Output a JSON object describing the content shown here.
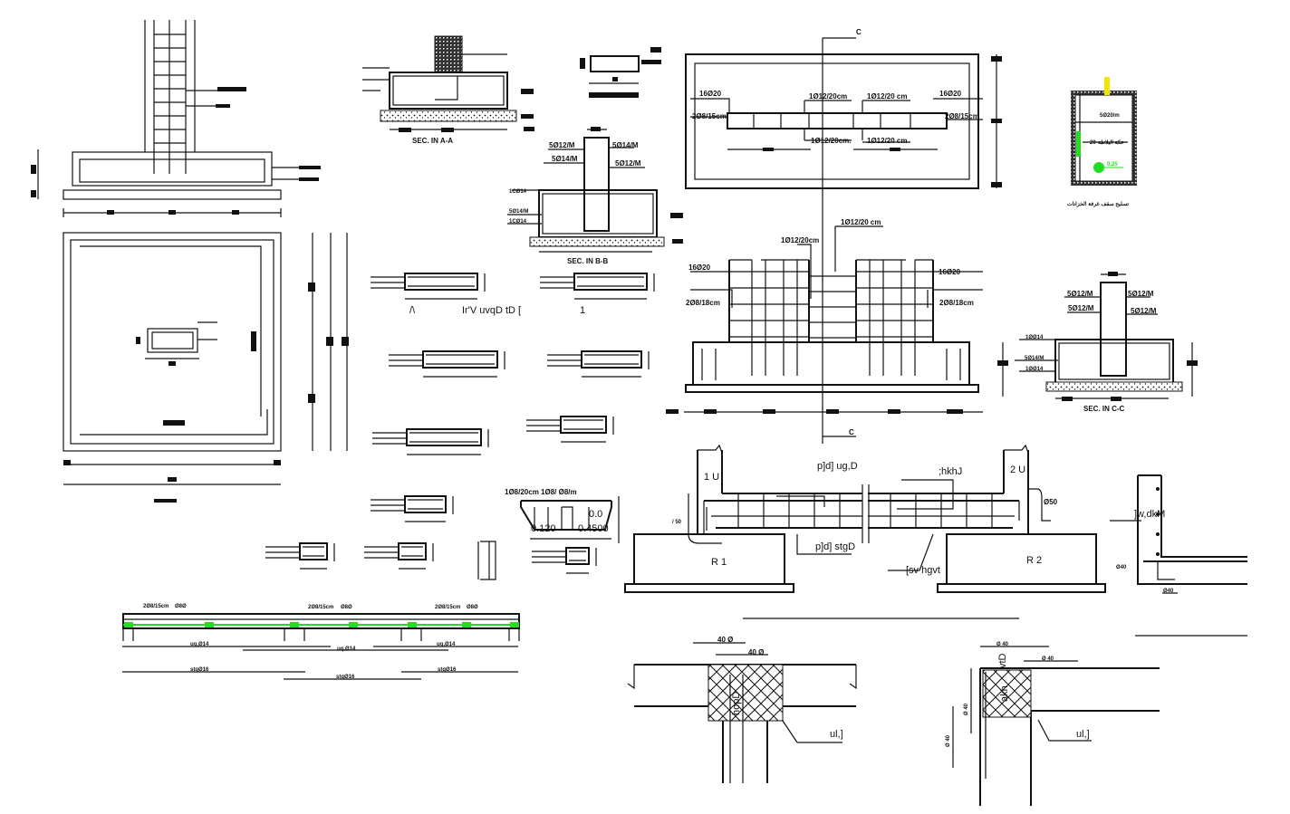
{
  "drawing": {
    "accent_green": "#22dd22",
    "accent_yellow": "#f2e600",
    "line_color": "#111111"
  },
  "sections": {
    "sec_aa": "SEC. IN A-A",
    "sec_bb": "SEC. IN B-B",
    "sec_cc": "SEC. IN C-C",
    "section_marker": "C"
  },
  "sec_bb_labels": [
    "5Ø12/M",
    "5Ø14/M",
    "5Ø14/M",
    "5Ø12/M",
    "1CØ14",
    "5Ø14/M",
    "1CØ14"
  ],
  "sec_cc_labels": [
    "5Ø12/M",
    "5Ø12/M",
    "5Ø12/M",
    "5Ø12/M",
    "1ØØ14",
    "5Ø14/M",
    "1ØØ14"
  ],
  "plan_labels": {
    "top_left": "16Ø20",
    "left_stirrup": "2Ø8/15cm",
    "top_mid_left": "1Ø12/20cm",
    "top_mid_right": "1Ø12/20 cm",
    "top_right": "16Ø20",
    "right_stirrup": "2Ø8/15cm",
    "bot_mid_left": "1Ø12/20cm.",
    "bot_mid_right": "1Ø12/20 cm"
  },
  "elevation_labels": {
    "top_right": "1Ø12/20 cm",
    "top_mid": "1Ø12/20cm",
    "left_bar": "16Ø20",
    "right_bar": "16Ø20",
    "left_stirrup": "2Ø8/18cm",
    "right_stirrup": "2Ø8/18cm"
  },
  "tank": {
    "label_top": "5Ø20/m",
    "label_mid": "20",
    "label_mid_ar": "عكة البلاطة",
    "label_green": "0.25",
    "caption": "تسليح سقف غرفة الخزانات"
  },
  "beam_sections_caption": [
    "/\\",
    "Ir'V uvqD tD [",
    "1"
  ],
  "slab_section": {
    "top_label": "1Ø8/20cm 1Ø8/ Ø8/m",
    "dim_left": "0.120",
    "dim_right": "0.4500",
    "dim_h": "0.0"
  },
  "beam_elevation": {
    "support_1": "R 1",
    "support_2": "R 2",
    "col_1": "1 U",
    "col_2": "2 U",
    "top_bar": "p]d] ug,D",
    "extra_bar": ";hkhJ",
    "bottom_bar": "p]d] stgD",
    "stirrups": "[sv hgvt",
    "anchor_left": "/ 50",
    "anchor_right": "Ø50",
    "wall_label": "]w,dkM",
    "wall_anchor": "Ø40",
    "wall_dim": "Ø40"
  },
  "continuous_beam": {
    "top_labels": [
      "2Ø8/15cm",
      "Ø8Ø",
      "2Ø8/15cm",
      "Ø8Ø",
      "2Ø8/15cm",
      "Ø8Ø"
    ],
    "bar_labels": [
      "uq,Ø14",
      "uq,Ø14",
      "uq,Ø14"
    ],
    "bottom_labels": [
      "stgØ16",
      "stgØ16",
      "stgØ16"
    ]
  },
  "joints": {
    "dim_1": "40 Ø",
    "dim_2": "40 Ø",
    "label_1": "hopD",
    "leader_1": "ul,]",
    "dim_3": "Ø 40",
    "dim_4": "Ø 40",
    "dim_5": "Ø 40",
    "dim_6": "Ø 40",
    "label_2": "vtD",
    "label_3": "akh",
    "leader_2": "ul,]"
  }
}
